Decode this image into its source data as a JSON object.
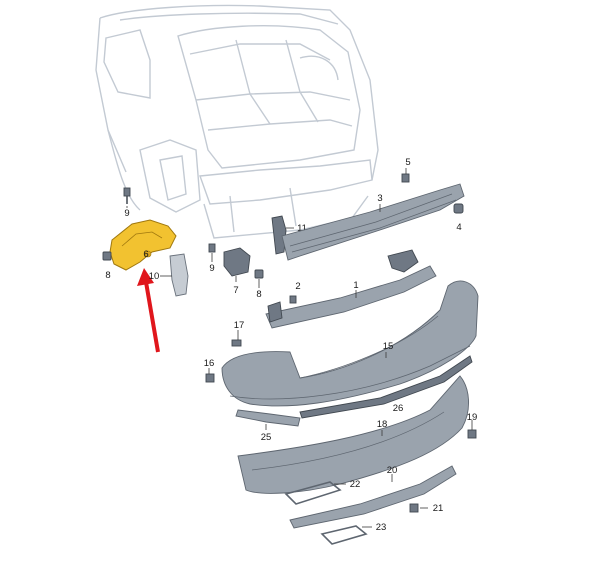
{
  "labels": {
    "l1": "1",
    "l2": "2",
    "l3": "3",
    "l4": "4",
    "l5": "5",
    "l6": "6",
    "l7": "7",
    "l8a": "8",
    "l8b": "8",
    "l9a": "9",
    "l9b": "9",
    "l10": "10",
    "l11": "11",
    "l15": "15",
    "l16": "16",
    "l17": "17",
    "l18": "18",
    "l19": "19",
    "l20": "20",
    "l21": "21",
    "l22": "22",
    "l23": "23",
    "l25": "25",
    "l26": "26"
  },
  "colors": {
    "highlight_part": "#f2c230",
    "arrow": "#e0161c",
    "parts": "#9aa3ad",
    "vehicle_outline": "#c3cad3"
  }
}
